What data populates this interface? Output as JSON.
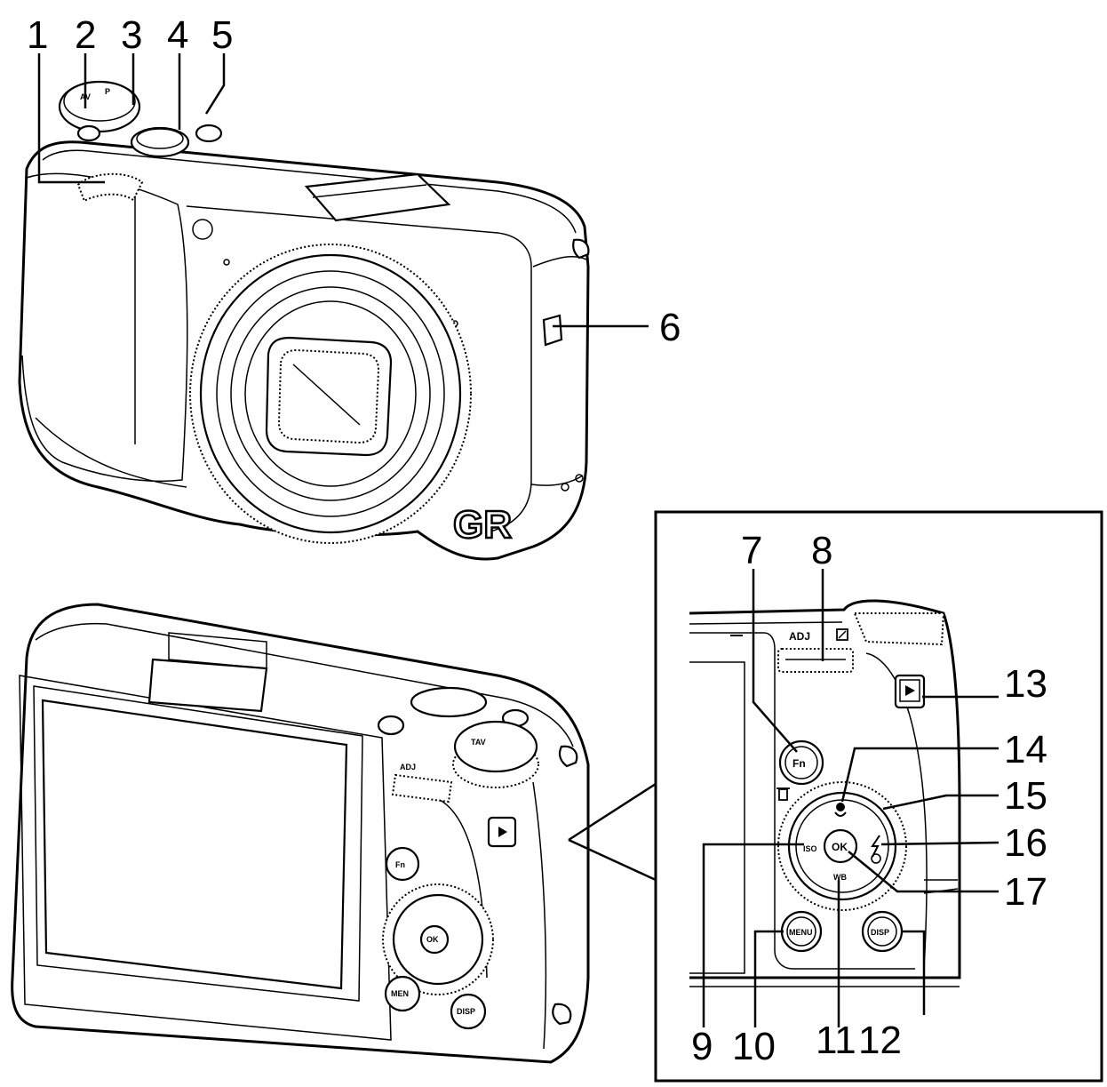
{
  "callouts": {
    "c1": "1",
    "c2": "2",
    "c3": "3",
    "c4": "4",
    "c5": "5",
    "c6": "6",
    "c7": "7",
    "c8": "8",
    "c9": "9",
    "c10": "10",
    "c11": "11",
    "c12": "12",
    "c13": "13",
    "c14": "14",
    "c15": "15",
    "c16": "16",
    "c17": "17"
  },
  "markings": {
    "brand": "GR",
    "adj": "ADJ",
    "fn": "Fn",
    "ok": "OK",
    "iso": "ISO",
    "wb": "WB",
    "menu": "MENU",
    "disp": "DISP"
  },
  "icons": [
    "trash-icon",
    "playback-icon",
    "macro-icon",
    "flash-icon",
    "exposure-comp-icon",
    "self-timer-icon"
  ]
}
